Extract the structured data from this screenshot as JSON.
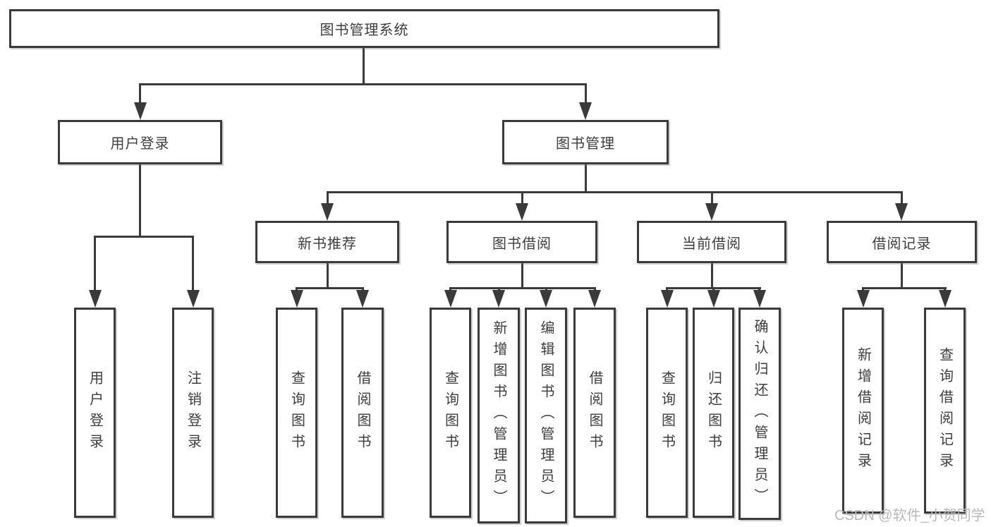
{
  "diagram": {
    "watermark": "CSDN @软件_小贺同学",
    "colors": {
      "line": "#3a3a3a",
      "text": "#3d3d3d",
      "box_background": "#ffffff",
      "watermark": "#b9b9b9"
    },
    "nodes": {
      "root": {
        "label": "图书管理系统"
      },
      "user_login": {
        "label": "用户登录"
      },
      "book_mgmt": {
        "label": "图书管理"
      },
      "new_book_rec": {
        "label": "新书推荐"
      },
      "book_borrow": {
        "label": "图书借阅"
      },
      "current_borrow": {
        "label": "当前借阅"
      },
      "borrow_records": {
        "label": "借阅记录"
      },
      "leaf_user_login": {
        "label": "用户登录"
      },
      "leaf_logout": {
        "label": "注销登录"
      },
      "leaf_query_book_1": {
        "label": "查询图书"
      },
      "leaf_borrow_book_1": {
        "label": "借阅图书"
      },
      "leaf_query_book_2": {
        "label": "查询图书"
      },
      "leaf_add_book": {
        "label": "新增图书（管理员）"
      },
      "leaf_edit_book": {
        "label": "编辑图书（管理员）"
      },
      "leaf_borrow_book_2": {
        "label": "借阅图书"
      },
      "leaf_query_book_3": {
        "label": "查询图书"
      },
      "leaf_return_book": {
        "label": "归还图书"
      },
      "leaf_confirm_return": {
        "label": "确认归还（管理员）"
      },
      "leaf_add_record": {
        "label": "新增借阅记录"
      },
      "leaf_query_record": {
        "label": "查询借阅记录"
      }
    }
  }
}
